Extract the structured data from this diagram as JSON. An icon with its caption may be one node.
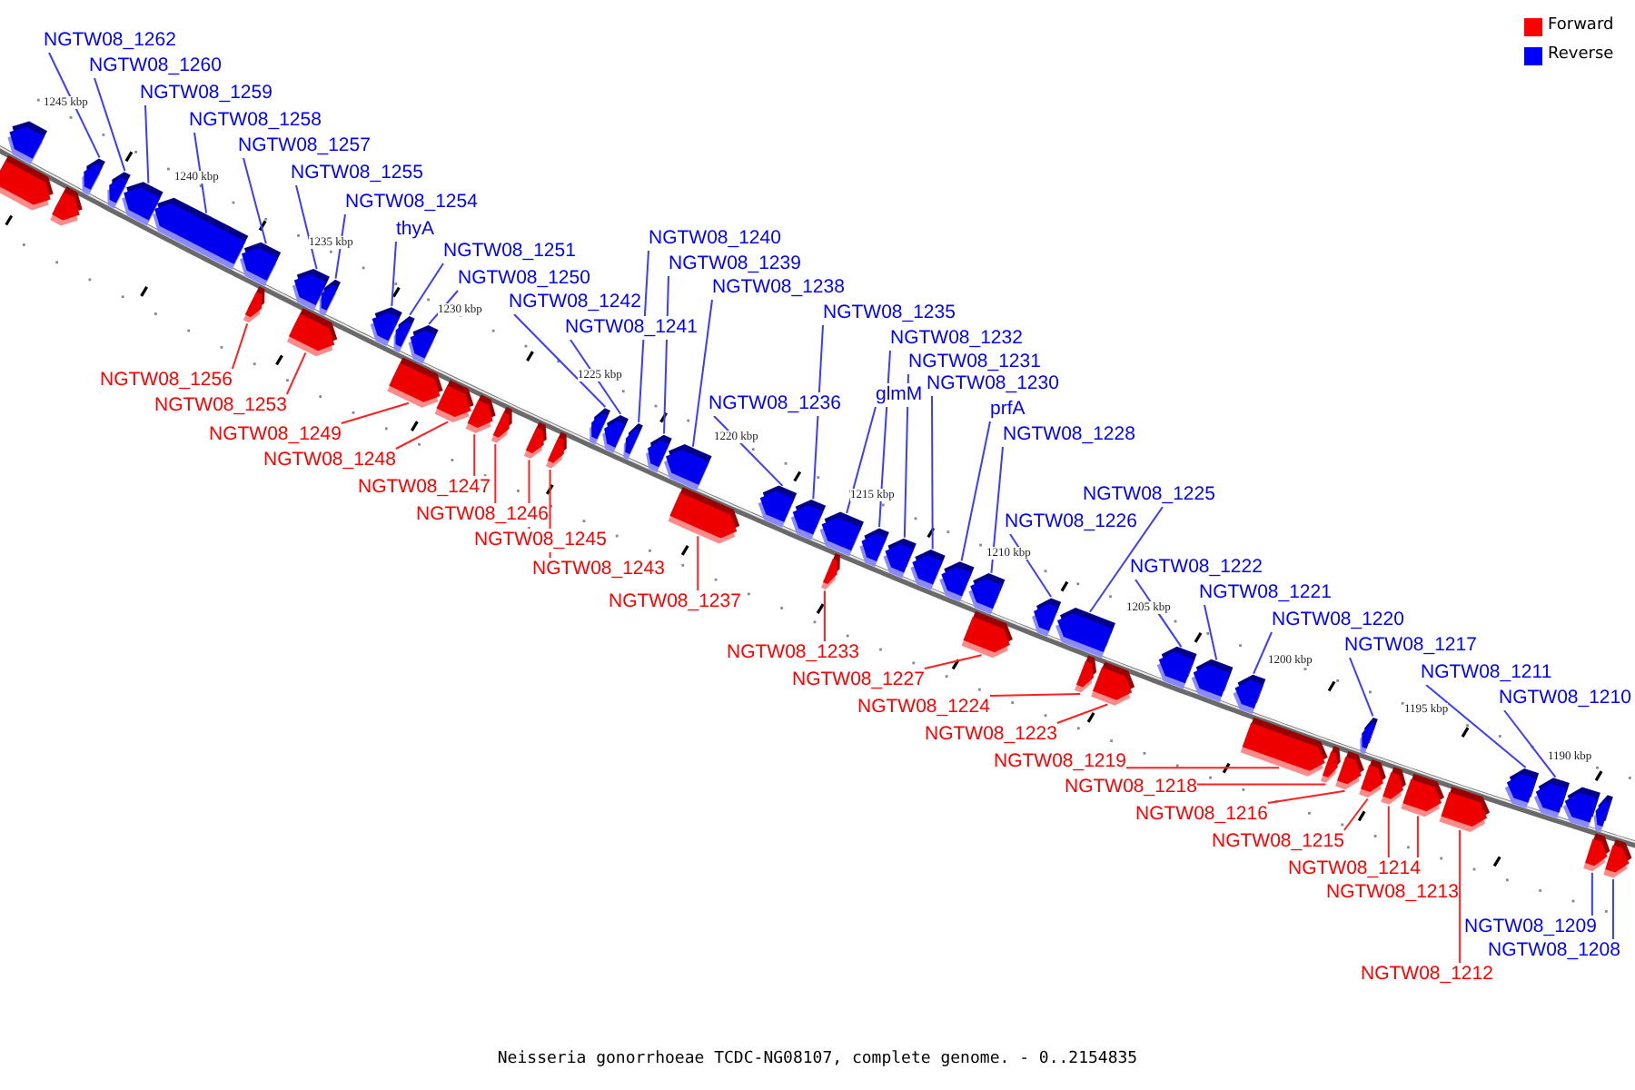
{
  "diagram": {
    "caption": "Neisseria gonorrhoeae TCDC-NG08107, complete genome. - 0..2154835",
    "nodes": [
      {
        "text": [
          "NGTW08_1262"
        ]
      },
      {
        "text": [
          "NGTW08_1260"
        ]
      },
      {
        "text": [
          "NGTW08_1259"
        ]
      },
      {
        "text": [
          "NGTW08_1258"
        ]
      },
      {
        "text": [
          "NGTW08_1257"
        ]
      },
      {
        "text": [
          "NGTW08_1255"
        ]
      },
      {
        "text": [
          "NGTW08_1254"
        ]
      },
      {
        "text": [
          "thyA"
        ]
      },
      {
        "text": [
          "NGTW08_1251"
        ]
      },
      {
        "text": [
          "NGTW08_1250"
        ]
      },
      {
        "text": [
          "NGTW08_1242"
        ]
      },
      {
        "text": [
          "NGTW08_1241"
        ]
      },
      {
        "text": [
          "NGTW08_1240"
        ]
      },
      {
        "text": [
          "NGTW08_1239"
        ]
      },
      {
        "text": [
          "NGTW08_1238"
        ]
      },
      {
        "text": [
          "NGTW08_1236"
        ]
      },
      {
        "text": [
          "NGTW08_1235"
        ]
      },
      {
        "text": [
          "glmM"
        ]
      },
      {
        "text": [
          "NGTW08_1232"
        ]
      },
      {
        "text": [
          "NGTW08_1231"
        ]
      },
      {
        "text": [
          "NGTW08_1230"
        ]
      },
      {
        "text": [
          "prfA"
        ]
      },
      {
        "text": [
          "NGTW08_1228"
        ]
      },
      {
        "text": [
          "NGTW08_1226"
        ]
      },
      {
        "text": [
          "NGTW08_1225"
        ]
      },
      {
        "text": [
          "NGTW08_1222"
        ]
      },
      {
        "text": [
          "NGTW08_1221"
        ]
      },
      {
        "text": [
          "NGTW08_1220"
        ]
      },
      {
        "text": [
          "NGTW08_1217"
        ]
      },
      {
        "text": [
          "NGTW08_1211"
        ]
      },
      {
        "text": [
          "NGTW08_1210"
        ]
      },
      {
        "text": [
          "NGTW08_1209"
        ]
      },
      {
        "text": [
          "NGTW08_1208"
        ]
      },
      {
        "text": [
          "NGTW08_1256"
        ]
      },
      {
        "text": [
          "NGTW08_1253"
        ]
      },
      {
        "text": [
          "NGTW08_1249"
        ]
      },
      {
        "text": [
          "NGTW08_1248"
        ]
      },
      {
        "text": [
          "NGTW08_1247"
        ]
      },
      {
        "text": [
          "NGTW08_1246"
        ]
      },
      {
        "text": [
          "NGTW08_1245"
        ]
      },
      {
        "text": [
          "NGTW08_1243"
        ]
      },
      {
        "text": [
          "NGTW08_1237"
        ]
      },
      {
        "text": [
          "NGTW08_1233"
        ]
      },
      {
        "text": [
          "NGTW08_1227"
        ]
      },
      {
        "text": [
          "NGTW08_1224"
        ]
      },
      {
        "text": [
          "NGTW08_1223"
        ]
      },
      {
        "text": [
          "NGTW08_1219"
        ]
      },
      {
        "text": [
          "NGTW08_1218"
        ]
      },
      {
        "text": [
          "NGTW08_1216"
        ]
      },
      {
        "text": [
          "NGTW08_1215"
        ]
      },
      {
        "text": [
          "NGTW08_1214"
        ]
      },
      {
        "text": [
          "NGTW08_1213"
        ]
      },
      {
        "text": [
          "NGTW08_1212"
        ]
      },
      {
        "text": [],
        "shape": "box"
      },
      {
        "text": [],
        "shape": "box"
      },
      {
        "text": [],
        "shape": "box"
      },
      {
        "text": [],
        "shape": "box"
      },
      {
        "text": [],
        "shape": "box"
      },
      {
        "text": [],
        "shape": "box"
      },
      {
        "text": [],
        "shape": "box"
      },
      {
        "text": [],
        "shape": "box"
      },
      {
        "text": [],
        "shape": "box"
      },
      {
        "text": [],
        "shape": "box"
      },
      {
        "text": [],
        "shape": "box"
      },
      {
        "text": [],
        "shape": "box"
      },
      {
        "text": [],
        "shape": "box"
      },
      {
        "text": [],
        "shape": "box"
      },
      {
        "text": [],
        "shape": "box"
      },
      {
        "text": [],
        "shape": "box"
      },
      {
        "text": [],
        "shape": "box"
      },
      {
        "text": [],
        "shape": "box"
      },
      {
        "text": [],
        "shape": "box"
      },
      {
        "text": [],
        "shape": "box"
      },
      {
        "text": [],
        "shape": "box"
      },
      {
        "text": [],
        "shape": "box"
      },
      {
        "text": [],
        "shape": "box"
      },
      {
        "text": [],
        "shape": "box"
      },
      {
        "text": [],
        "shape": "box"
      },
      {
        "text": [],
        "shape": "box"
      },
      {
        "text": [],
        "shape": "box"
      },
      {
        "text": [],
        "shape": "box"
      },
      {
        "text": [],
        "shape": "box"
      },
      {
        "text": [],
        "shape": "box"
      },
      {
        "text": [],
        "shape": "box"
      },
      {
        "text": [],
        "shape": "box"
      },
      {
        "text": [],
        "shape": "box"
      },
      {
        "text": [],
        "shape": "box"
      },
      {
        "text": [],
        "shape": "box"
      },
      {
        "text": [],
        "shape": "box"
      },
      {
        "text": [],
        "shape": "box"
      },
      {
        "text": [],
        "shape": "box"
      },
      {
        "text": [],
        "shape": "box"
      },
      {
        "text": [],
        "shape": "box"
      },
      {
        "text": [],
        "shape": "box"
      },
      {
        "text": [],
        "shape": "box"
      },
      {
        "text": [],
        "shape": "box"
      },
      {
        "text": [],
        "shape": "box"
      },
      {
        "text": [],
        "shape": "box"
      },
      {
        "text": [],
        "shape": "box"
      },
      {
        "text": [],
        "shape": "box"
      },
      {
        "text": [],
        "shape": "box"
      },
      {
        "text": [],
        "shape": "box"
      },
      {
        "text": [],
        "shape": "box"
      },
      {
        "text": [],
        "shape": "box"
      },
      {
        "text": [],
        "shape": "box"
      },
      {
        "text": [],
        "shape": "box"
      },
      {
        "text": [],
        "shape": "box"
      },
      {
        "text": [],
        "shape": "box"
      },
      {
        "text": [],
        "shape": "box"
      },
      {
        "text": [],
        "shape": "box"
      },
      {
        "text": [],
        "shape": "box"
      }
    ],
    "edges": [
      {
        "from": 0,
        "to": 56,
        "arrow": "none"
      },
      {
        "from": 1,
        "to": 57,
        "arrow": "none"
      },
      {
        "from": 2,
        "to": 58,
        "arrow": "none"
      },
      {
        "from": 3,
        "to": 59,
        "arrow": "none"
      },
      {
        "from": 4,
        "to": 60,
        "arrow": "none"
      },
      {
        "from": 5,
        "to": 62,
        "arrow": "none"
      },
      {
        "from": 6,
        "to": 64,
        "arrow": "none"
      },
      {
        "from": 7,
        "to": 65,
        "arrow": "none"
      },
      {
        "from": 8,
        "to": 66,
        "arrow": "none"
      },
      {
        "from": 9,
        "to": 67,
        "arrow": "none"
      },
      {
        "from": 10,
        "to": 74,
        "arrow": "none"
      },
      {
        "from": 11,
        "to": 75,
        "arrow": "none"
      },
      {
        "from": 12,
        "to": 76,
        "arrow": "none"
      },
      {
        "from": 13,
        "to": 77,
        "arrow": "none"
      },
      {
        "from": 14,
        "to": 78,
        "arrow": "none"
      },
      {
        "from": 15,
        "to": 80,
        "arrow": "none"
      },
      {
        "from": 16,
        "to": 81,
        "arrow": "none"
      },
      {
        "from": 17,
        "to": 82,
        "arrow": "none"
      },
      {
        "from": 18,
        "to": 84,
        "arrow": "none"
      },
      {
        "from": 19,
        "to": 85,
        "arrow": "none"
      },
      {
        "from": 20,
        "to": 86,
        "arrow": "none"
      },
      {
        "from": 21,
        "to": 87,
        "arrow": "none"
      },
      {
        "from": 22,
        "to": 88,
        "arrow": "none"
      },
      {
        "from": 23,
        "to": 90,
        "arrow": "none"
      },
      {
        "from": 24,
        "to": 91,
        "arrow": "none"
      },
      {
        "from": 25,
        "to": 94,
        "arrow": "none"
      },
      {
        "from": 26,
        "to": 95,
        "arrow": "none"
      },
      {
        "from": 27,
        "to": 96,
        "arrow": "none"
      },
      {
        "from": 28,
        "to": 100,
        "arrow": "none"
      },
      {
        "from": 29,
        "to": 105,
        "arrow": "none"
      },
      {
        "from": 30,
        "to": 106,
        "arrow": "none"
      },
      {
        "from": 31,
        "to": 109,
        "arrow": "none"
      },
      {
        "from": 32,
        "to": 110,
        "arrow": "none"
      },
      {
        "from": 33,
        "to": 61,
        "arrow": "none",
        "color": "#ff2020"
      },
      {
        "from": 34,
        "to": 63,
        "arrow": "none",
        "color": "#ff2020"
      },
      {
        "from": 35,
        "to": 68,
        "arrow": "none",
        "color": "#ff2020"
      },
      {
        "from": 36,
        "to": 69,
        "arrow": "none",
        "color": "#ff2020"
      },
      {
        "from": 37,
        "to": 70,
        "arrow": "none",
        "color": "#ff2020"
      },
      {
        "from": 38,
        "to": 71,
        "arrow": "none",
        "color": "#ff2020"
      },
      {
        "from": 39,
        "to": 72,
        "arrow": "none",
        "color": "#ff2020"
      },
      {
        "from": 40,
        "to": 73,
        "arrow": "none",
        "color": "#ff2020"
      },
      {
        "from": 41,
        "to": 79,
        "arrow": "none",
        "color": "#ff2020"
      },
      {
        "from": 42,
        "to": 83,
        "arrow": "none",
        "color": "#ff2020"
      },
      {
        "from": 43,
        "to": 89,
        "arrow": "none",
        "color": "#ff2020"
      },
      {
        "from": 44,
        "to": 92,
        "arrow": "none",
        "color": "#ff2020"
      },
      {
        "from": 45,
        "to": 93,
        "arrow": "none",
        "color": "#ff2020"
      },
      {
        "from": 46,
        "to": 97,
        "arrow": "none",
        "color": "#ff2020"
      },
      {
        "from": 47,
        "to": 98,
        "arrow": "none",
        "color": "#ff2020"
      },
      {
        "from": 48,
        "to": 99,
        "arrow": "none",
        "color": "#ff2020"
      },
      {
        "from": 49,
        "to": 101,
        "arrow": "none",
        "color": "#ff2020"
      },
      {
        "from": 50,
        "to": 102,
        "arrow": "none",
        "color": "#ff2020"
      },
      {
        "from": 51,
        "to": 103,
        "arrow": "none",
        "color": "#ff2020"
      },
      {
        "from": 52,
        "to": 104,
        "arrow": "none",
        "color": "#ff2020"
      }
    ],
    "labels": [
      "1245 kbp",
      "1240 kbp",
      "1235 kbp",
      "1230 kbp",
      "1225 kbp",
      "1220 kbp",
      "1215 kbp",
      "1210 kbp",
      "1205 kbp",
      "1200 kbp",
      "1195 kbp",
      "1190 kbp"
    ],
    "legend": [
      {
        "text": "Forward",
        "color": "#ff0000"
      },
      {
        "text": "Reverse",
        "color": "#0000ff"
      }
    ]
  }
}
